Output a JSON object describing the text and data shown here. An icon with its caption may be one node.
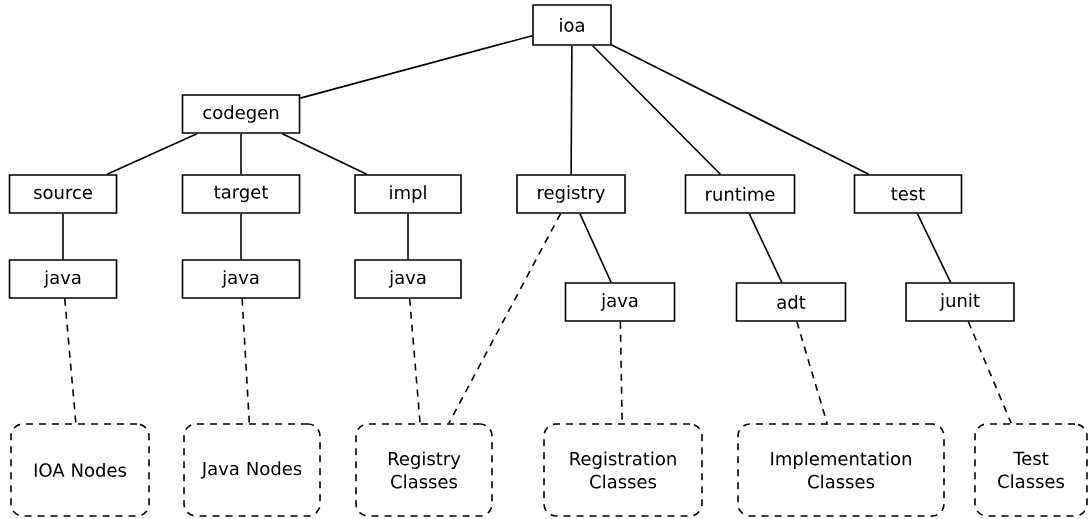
{
  "diagram": {
    "nodes": [
      {
        "text": [
          "ioa"
        ]
      },
      {
        "text": [
          "codegen"
        ]
      },
      {
        "text": [
          "source"
        ]
      },
      {
        "text": [
          "target"
        ]
      },
      {
        "text": [
          "impl"
        ]
      },
      {
        "text": [
          "registry"
        ]
      },
      {
        "text": [
          "runtime"
        ]
      },
      {
        "text": [
          "test"
        ]
      },
      {
        "text": [
          "java"
        ]
      },
      {
        "text": [
          "java"
        ]
      },
      {
        "text": [
          "java"
        ]
      },
      {
        "text": [
          "java"
        ]
      },
      {
        "text": [
          "adt"
        ]
      },
      {
        "text": [
          "junit"
        ]
      },
      {
        "text": [
          "IOA Nodes"
        ]
      },
      {
        "text": [
          "Java Nodes"
        ]
      },
      {
        "text": [
          "Registry Classes"
        ]
      },
      {
        "text": [
          "Registration Classes"
        ]
      },
      {
        "text": [
          "Implementation Classes"
        ]
      },
      {
        "text": [
          "Test Classes"
        ]
      }
    ],
    "edges": [
      {
        "from": 0,
        "to": 1,
        "arrow": "none"
      },
      {
        "from": 0,
        "to": 5,
        "arrow": "none"
      },
      {
        "from": 0,
        "to": 6,
        "arrow": "none"
      },
      {
        "from": 0,
        "to": 7,
        "arrow": "none"
      },
      {
        "from": 1,
        "to": 2,
        "arrow": "none"
      },
      {
        "from": 1,
        "to": 3,
        "arrow": "none"
      },
      {
        "from": 1,
        "to": 4,
        "arrow": "none"
      },
      {
        "from": 2,
        "to": 8,
        "arrow": "none"
      },
      {
        "from": 3,
        "to": 9,
        "arrow": "none"
      },
      {
        "from": 4,
        "to": 10,
        "arrow": "none"
      },
      {
        "from": 5,
        "to": 11,
        "arrow": "none"
      },
      {
        "from": 6,
        "to": 12,
        "arrow": "none"
      },
      {
        "from": 7,
        "to": 13,
        "arrow": "none"
      },
      {
        "from": 8,
        "to": 14,
        "arrow": "none",
        "style": "dashed"
      },
      {
        "from": 9,
        "to": 15,
        "arrow": "none",
        "style": "dashed"
      },
      {
        "from": 10,
        "to": 16,
        "arrow": "none",
        "style": "dashed"
      },
      {
        "from": 5,
        "to": 16,
        "arrow": "none",
        "style": "dashed"
      },
      {
        "from": 11,
        "to": 17,
        "arrow": "none",
        "style": "dashed"
      },
      {
        "from": 12,
        "to": 18,
        "arrow": "none",
        "style": "dashed"
      },
      {
        "from": 13,
        "to": 19,
        "arrow": "none",
        "style": "dashed"
      }
    ]
  }
}
